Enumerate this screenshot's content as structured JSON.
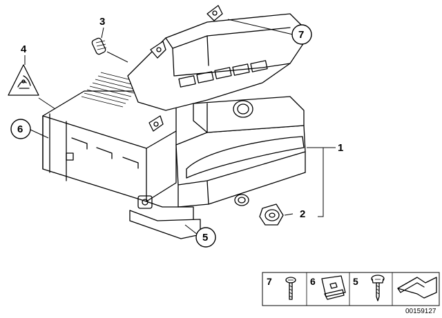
{
  "callouts": [
    {
      "id": "c1",
      "label": "1"
    },
    {
      "id": "c2",
      "label": "2"
    },
    {
      "id": "c3",
      "label": "3"
    },
    {
      "id": "c4",
      "label": "4"
    },
    {
      "id": "c5",
      "label": "5"
    },
    {
      "id": "c6",
      "label": "6"
    },
    {
      "id": "c7",
      "label": "7"
    }
  ],
  "legend": {
    "items": [
      {
        "label": "7",
        "icon": "screw-icon"
      },
      {
        "label": "6",
        "icon": "clip-nut-icon"
      },
      {
        "label": "5",
        "icon": "screw-icon"
      }
    ],
    "arrow_icon": "return-arrow-icon"
  },
  "document_number": "00159127"
}
